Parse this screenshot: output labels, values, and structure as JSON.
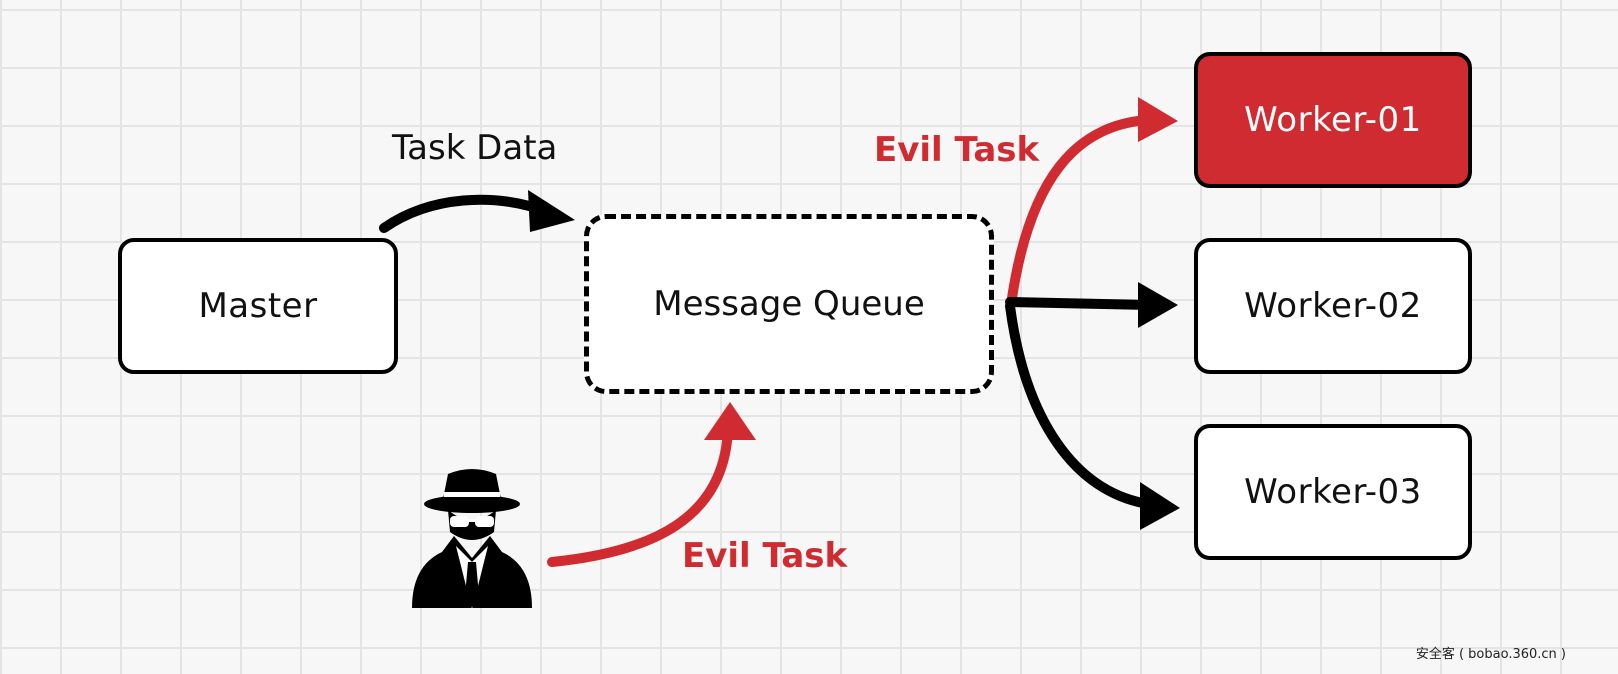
{
  "nodes": {
    "master": "Master",
    "queue": "Message Queue",
    "worker_01": "Worker-01",
    "worker_02": "Worker-02",
    "worker_03": "Worker-03"
  },
  "labels": {
    "task_data": "Task Data",
    "evil_task_top": "Evil Task",
    "evil_task_bottom": "Evil Task"
  },
  "watermark": "安全客 ( bobao.360.cn )",
  "colors": {
    "evil": "#cf2b30",
    "normal": "#000000",
    "background": "#f7f7f7",
    "grid": "#e4e4e4"
  },
  "icons": {
    "attacker": "spy-icon"
  }
}
